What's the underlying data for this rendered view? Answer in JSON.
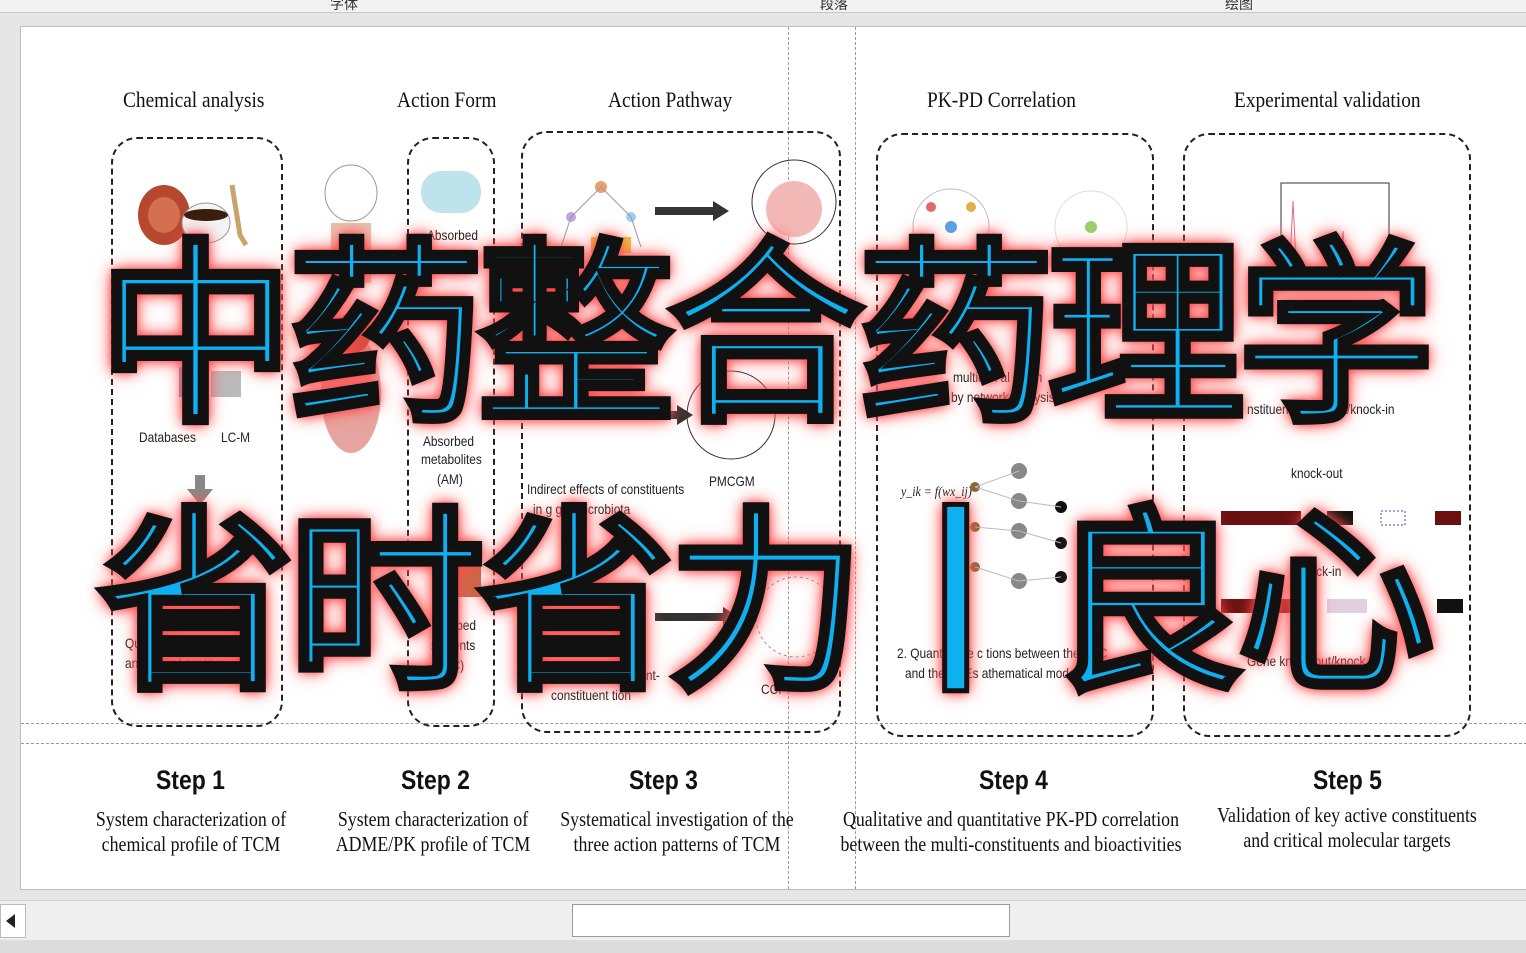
{
  "topbar": {
    "labels": [
      "字体",
      "段落",
      "绘图"
    ]
  },
  "columns": [
    {
      "title": "Chemical analysis"
    },
    {
      "title": "Action Form"
    },
    {
      "title": "Action Pathway"
    },
    {
      "title": "PK-PD Correlation"
    },
    {
      "title": "Experimental validation"
    }
  ],
  "labels": {
    "databases": "Databases",
    "lcms": "LC-M",
    "qual1": "Qualitative a    uantitativ",
    "qual2": "analysis of     onstitue",
    "absorbed1": "Absorbed",
    "absorbed2": "prot",
    "absorbed_metab1": "Absorbed",
    "absorbed_metab2": "metabolites",
    "absorbed_metab3": "(AM)",
    "uac1": "bsorbed",
    "uac2": "stituents",
    "uac3": "UAC)",
    "indirect1": "Indirect effects of constituents",
    "indirect2": "in    g gut microbiota",
    "pmcgm": "PMCGM",
    "auxiliary1": "Auxiliary effects of     ituent-",
    "auxiliary2": "constituent     tion",
    "cci": "CCI",
    "multidim1": "multidim        al a         tion",
    "multidim2": "by network analysis",
    "formula": "y_ik = f(wx_ij)",
    "quant1": "2. Quantitative c      tions between the KAC",
    "quant2": "and the CPEs       athematical modeling",
    "knockout_const": "nstituent knock-out/knock-in",
    "knockout": "knock-out",
    "knockin": "knock-in",
    "gene_knock": "Gene knock-out/knock"
  },
  "steps": [
    {
      "title": "Step 1",
      "line1": "System characterization of",
      "line2": "chemical profile of TCM"
    },
    {
      "title": "Step 2",
      "line1": "System characterization of",
      "line2": "ADME/PK profile of TCM"
    },
    {
      "title": "Step 3",
      "line1": "Systematical investigation of the",
      "line2": "three action patterns of TCM"
    },
    {
      "title": "Step 4",
      "line1": "Qualitative and quantitative PK-PD correlation",
      "line2": "between the multi-constituents and bioactivities"
    },
    {
      "title": "Step 5",
      "line1": "Validation of key active constituents",
      "line2": "and critical molecular targets"
    }
  ],
  "overlay": {
    "line1": "中药整合药理学",
    "line2": "省时省力丨良心"
  },
  "colors": {
    "overlay_fill": "#0fb0f2",
    "overlay_glow": "#ff4040"
  }
}
